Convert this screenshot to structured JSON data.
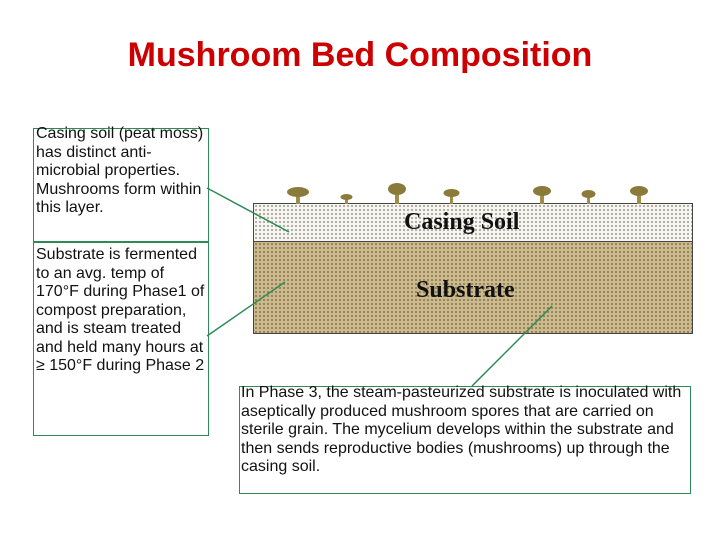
{
  "title": "Mushroom Bed Composition",
  "casing_note": "Casing soil (peat moss) has distinct anti-microbial properties. Mushrooms form within this layer.",
  "substrate_note": "Substrate is fermented to an avg. temp of 170°F during Phase1 of compost preparation, and is steam treated and held many hours at ≥ 150°F during Phase 2",
  "phase3_note": "In Phase 3, the steam-pasteurized substrate is inoculated with aseptically produced mushroom spores that are carried on sterile grain. The mycelium develops within the substrate and then sends reproductive bodies (mushrooms) up through the casing soil.",
  "layers": {
    "casing_label": "Casing Soil",
    "substrate_label": "Substrate"
  },
  "colors": {
    "title": "#cc0000",
    "box_border": "#2e8b57",
    "connector": "#2e8b57",
    "mushroom_cap": "#8b7b3a",
    "mushroom_stem": "#a08d4a"
  }
}
